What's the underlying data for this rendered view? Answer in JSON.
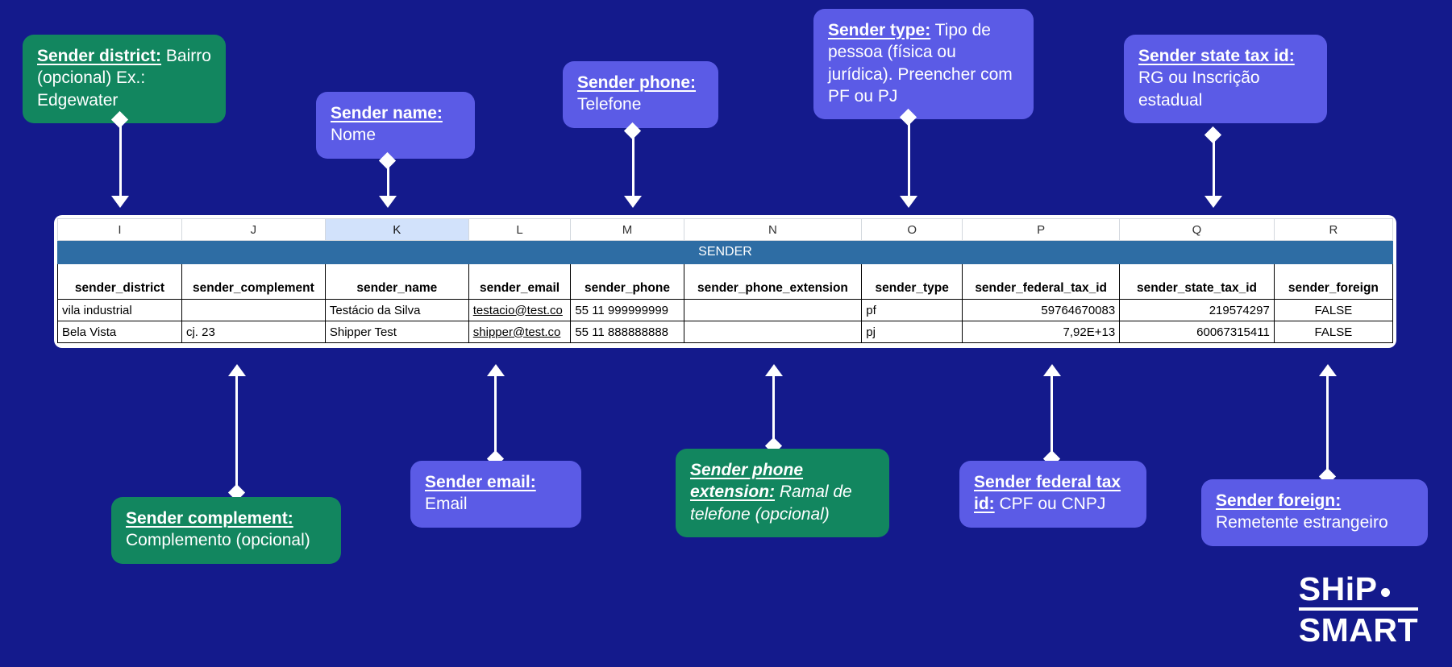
{
  "theme": {
    "background": "#141a8c",
    "green": "#12865f",
    "purple": "#5b5be6",
    "band": "#2e6da4",
    "connector": "#ffffff",
    "link": "#3b5fd0"
  },
  "callouts": [
    {
      "id": "sender-district",
      "term": "Sender district:",
      "desc": " Bairro (opcional) Ex.: Edgewater",
      "color": "green"
    },
    {
      "id": "sender-name",
      "term": "Sender name:",
      "desc": " Nome",
      "color": "purple"
    },
    {
      "id": "sender-phone",
      "term": "Sender phone:",
      "desc": " Telefone",
      "color": "purple"
    },
    {
      "id": "sender-type",
      "term": "Sender type:",
      "desc": " Tipo de pessoa (física ou jurídica). Preencher com PF ou PJ",
      "color": "purple"
    },
    {
      "id": "sender-state-tax-id",
      "term": "Sender state tax id:",
      "desc": " RG ou Inscrição estadual",
      "color": "purple"
    },
    {
      "id": "sender-complement",
      "term": "Sender complement:",
      "desc": " Complemento (opcional)",
      "color": "green"
    },
    {
      "id": "sender-email",
      "term": "Sender email:",
      "desc": " Email",
      "color": "purple"
    },
    {
      "id": "sender-phone-extension",
      "term": "Sender phone extension:",
      "desc": " Ramal de telefone (opcional)",
      "color": "green"
    },
    {
      "id": "sender-federal-tax-id",
      "term": "Sender federal tax id:",
      "desc": " CPF ou CNPJ",
      "color": "purple"
    },
    {
      "id": "sender-foreign",
      "term": "Sender foreign:",
      "desc": " Remetente estrangeiro",
      "color": "purple"
    }
  ],
  "spreadsheet": {
    "column_letters": [
      "I",
      "J",
      "K",
      "L",
      "M",
      "N",
      "O",
      "P",
      "Q",
      "R"
    ],
    "selected_column": "K",
    "group_band_label": "SENDER",
    "headers": [
      "sender_district",
      "sender_complement",
      "sender_name",
      "sender_email",
      "sender_phone",
      "sender_phone_extension",
      "sender_type",
      "sender_federal_tax_id",
      "sender_state_tax_id",
      "sender_foreign"
    ],
    "rows": [
      {
        "sender_district": "vila industrial",
        "sender_complement": "",
        "sender_name": "Testácio da Silva",
        "sender_email": "testacio@test.co",
        "sender_phone": "55 11 999999999",
        "sender_phone_extension": "",
        "sender_type": "pf",
        "sender_federal_tax_id": "59764670083",
        "sender_state_tax_id": "219574297",
        "sender_foreign": "FALSE"
      },
      {
        "sender_district": "Bela Vista",
        "sender_complement": "cj. 23",
        "sender_name": "Shipper Test",
        "sender_email": "shipper@test.co",
        "sender_phone": "55 11 888888888",
        "sender_phone_extension": "",
        "sender_type": "pj",
        "sender_federal_tax_id": "7,92E+13",
        "sender_state_tax_id": "60067315411",
        "sender_foreign": "FALSE"
      }
    ]
  },
  "logo": {
    "line1": "SHiP",
    "line2": "SMART"
  }
}
